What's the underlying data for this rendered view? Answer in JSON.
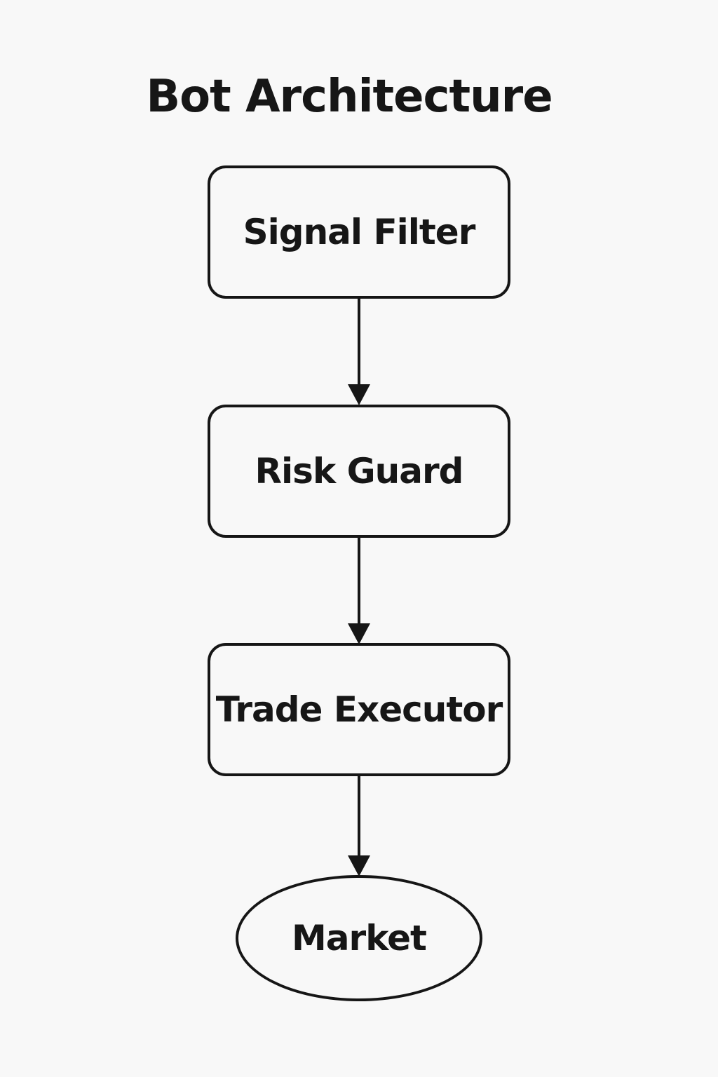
{
  "diagram": {
    "title": "Bot Architecture",
    "nodes": [
      {
        "id": "signal-filter",
        "label": "Signal Filter",
        "shape": "rounded-rectangle"
      },
      {
        "id": "risk-guard",
        "label": "Risk Guard",
        "shape": "rounded-rectangle"
      },
      {
        "id": "trade-executor",
        "label": "Trade Executor",
        "shape": "rounded-rectangle"
      },
      {
        "id": "market",
        "label": "Market",
        "shape": "ellipse"
      }
    ],
    "edges": [
      {
        "from": "signal-filter",
        "to": "risk-guard"
      },
      {
        "from": "risk-guard",
        "to": "trade-executor"
      },
      {
        "from": "trade-executor",
        "to": "market"
      }
    ],
    "colors": {
      "stroke": "#161616",
      "background": "#f8f8f8"
    }
  }
}
